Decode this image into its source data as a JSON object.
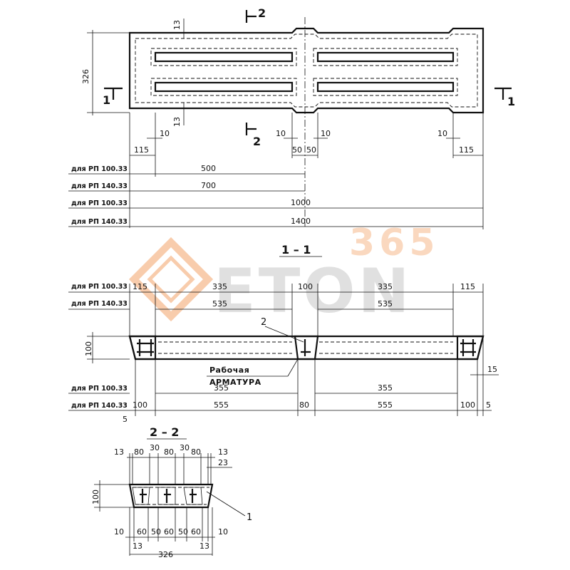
{
  "watermark": {
    "number": "365",
    "text": "ETON"
  },
  "plan": {
    "section_mark_2": "2",
    "section_mark_1": "1",
    "dims": {
      "height": "326",
      "top_offset": "13",
      "bottom_offset": "13",
      "ten_a": "10",
      "ten_b": "10",
      "ten_c": "10",
      "ten_d": "10",
      "fifty_a": "50",
      "fifty_b": "50",
      "edge_left": "115",
      "edge_right": "115"
    },
    "rows": [
      {
        "label": "для РП 100.33",
        "value": "500"
      },
      {
        "label": "для РП 140.33",
        "value": "700"
      },
      {
        "label": "для РП 100.33",
        "value": "1000"
      },
      {
        "label": "для РП 140.33",
        "value": "1400"
      }
    ]
  },
  "section_1_1": {
    "title": "1 – 1",
    "rows_top": [
      {
        "label": "для РП 100.33",
        "values": [
          "115",
          "335",
          "100",
          "335",
          "115"
        ]
      },
      {
        "label": "для РП 140.33",
        "values": [
          "535",
          "535"
        ]
      }
    ],
    "height": "100",
    "callout": "2",
    "note_line1": "Рабочая",
    "note_line2": "арматура",
    "side_dim": "15",
    "rows_bottom": [
      {
        "label": "для РП 100.33",
        "values": [
          "355",
          "355"
        ]
      },
      {
        "label": "для РП 140.33",
        "values": [
          "100",
          "555",
          "80",
          "555",
          "100",
          "5"
        ]
      }
    ],
    "corner_dim": "5"
  },
  "section_2_2": {
    "title": "2 – 2",
    "top_dims": [
      "13",
      "80",
      "30",
      "80",
      "30",
      "80",
      "13",
      "23"
    ],
    "height": "100",
    "callout": "1",
    "bottom_dims": [
      "10",
      "60",
      "50",
      "60",
      "50",
      "60",
      "10"
    ],
    "lower_dims": [
      "13",
      "13"
    ],
    "total": "326"
  }
}
